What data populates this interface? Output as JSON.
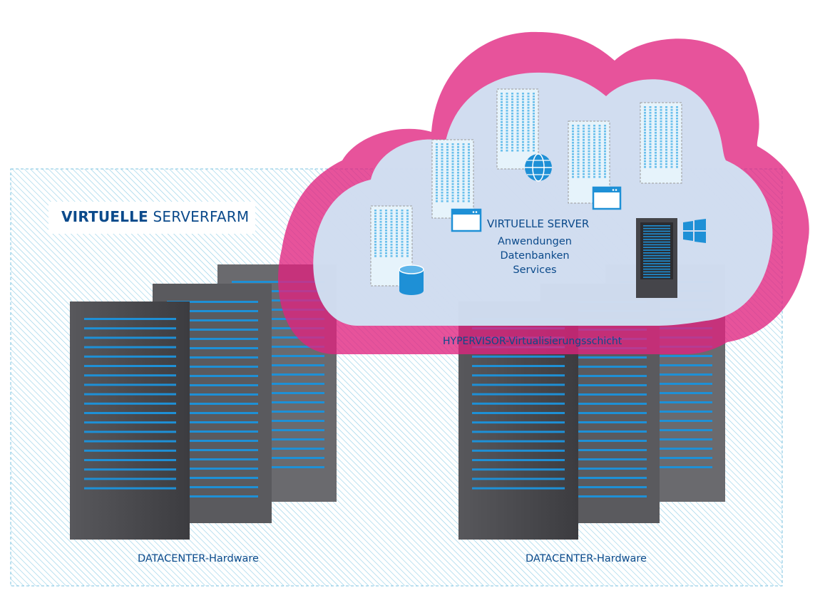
{
  "farm": {
    "label_bold": "VIRTUELLE",
    "label_rest": "SERVERFARM"
  },
  "virtual_server": {
    "title": "VIRTUELLE SERVER",
    "items": [
      "Anwendungen",
      "Datenbanken",
      "Services"
    ]
  },
  "hypervisor_label": "HYPERVISOR-Virtualisierungsschicht",
  "datacenter_left": "DATACENTER-Hardware",
  "datacenter_right": "DATACENTER-Hardware",
  "icons": [
    "database-icon",
    "globe-icon",
    "app-window-icon",
    "windows-logo-icon"
  ],
  "colors": {
    "text_blue": "#0b4a8b",
    "cloud_pink": "#e0237f",
    "cloud_fill": "#c9e6f5",
    "slot_blue": "#1e90d6",
    "rack_dark": "#3f3f42",
    "hatch": "#8ecde6"
  }
}
